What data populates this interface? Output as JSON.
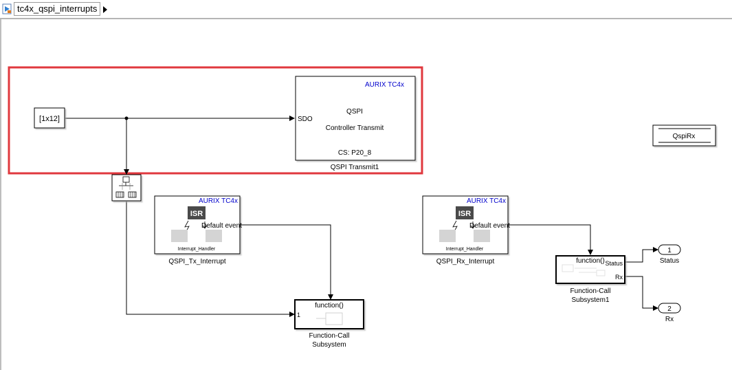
{
  "model": {
    "breadcrumb": "tc4x_qspi_interrupts"
  },
  "constant": {
    "label": "[1x12]"
  },
  "qspi_transmit": {
    "vendor": "AURIX TC4x",
    "line1": "QSPI",
    "line2": "Controller Transmit",
    "cs": "CS: P20_8",
    "port": "SDO",
    "name": "QSPI Transmit1"
  },
  "tx_interrupt": {
    "vendor": "AURIX TC4x",
    "isr": "ISR",
    "event": "Default event",
    "handler": "Interrupt_Handler",
    "name": "QSPI_Tx_Interrupt"
  },
  "rx_interrupt": {
    "vendor": "AURIX TC4x",
    "isr": "ISR",
    "event": "Default event",
    "handler": "Interrupt_Handler",
    "name": "QSPI_Rx_Interrupt"
  },
  "fc_subsystem": {
    "title": "function()",
    "port_in": "1",
    "name_line1": "Function-Call",
    "name_line2": "Subsystem"
  },
  "fc_subsystem1": {
    "title": "function()",
    "port_status": "Status",
    "port_rx": "Rx",
    "name_line1": "Function-Call",
    "name_line2": "Subsystem1"
  },
  "outport_status": {
    "number": "1",
    "name": "Status"
  },
  "outport_rx": {
    "number": "2",
    "name": "Rx"
  },
  "qspirx": {
    "label": "QspiRx"
  },
  "colors": {
    "highlight": "#e0383e",
    "vendor_text": "#0000cc",
    "isr_bg": "#4a4a4a"
  }
}
